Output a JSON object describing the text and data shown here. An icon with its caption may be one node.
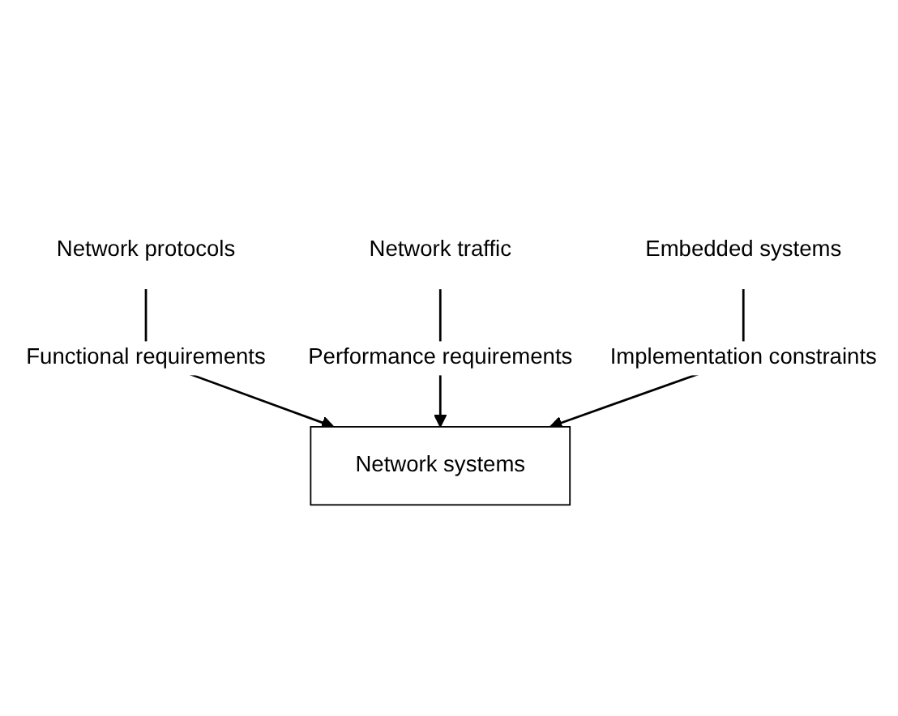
{
  "diagram": {
    "nodes": [
      {
        "text": [
          "Network protocols"
        ]
      },
      {
        "text": [
          "Network systems"
        ]
      },
      {
        "text": [
          "Network traffic"
        ]
      },
      {
        "text": [
          "Embedded systems"
        ]
      }
    ],
    "edges": [
      {
        "from": 0,
        "to": 1,
        "arrow": "to",
        "label": "Functional requirements"
      },
      {
        "from": 2,
        "to": 1,
        "arrow": "to",
        "label": "Performance requirements"
      },
      {
        "from": 3,
        "to": 1,
        "arrow": "to",
        "label": "Implementation constraints"
      }
    ]
  }
}
